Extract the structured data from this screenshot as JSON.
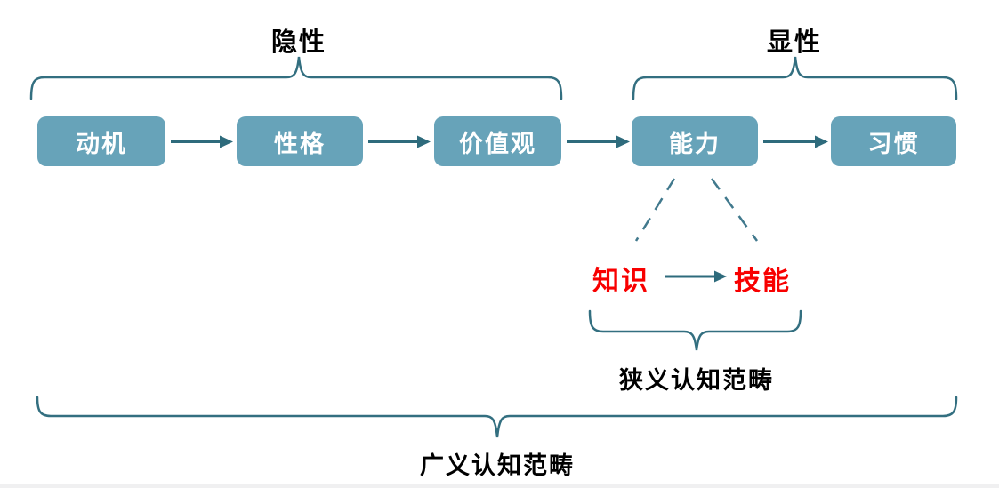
{
  "diagram": {
    "title_implicit": "隐性",
    "title_explicit": "显性",
    "narrow_caption": "狭义认知范畴",
    "broad_caption": "广义认知范畴"
  },
  "boxes": [
    {
      "id": "motivation",
      "label": "动机"
    },
    {
      "id": "personality",
      "label": "性格"
    },
    {
      "id": "values",
      "label": "价值观"
    },
    {
      "id": "ability",
      "label": "能力"
    },
    {
      "id": "habit",
      "label": "习惯"
    }
  ],
  "sub_items": [
    {
      "id": "knowledge",
      "label": "知识"
    },
    {
      "id": "skill",
      "label": "技能"
    }
  ],
  "colors": {
    "box_fill": "#67A3B9",
    "box_text": "#ffffff",
    "arrow": "#2E6B7C",
    "brace": "#336F80",
    "dashed_line": "#41798D",
    "highlight_text": "#F80000",
    "label_text": "#000000",
    "background": "#ffffff"
  }
}
